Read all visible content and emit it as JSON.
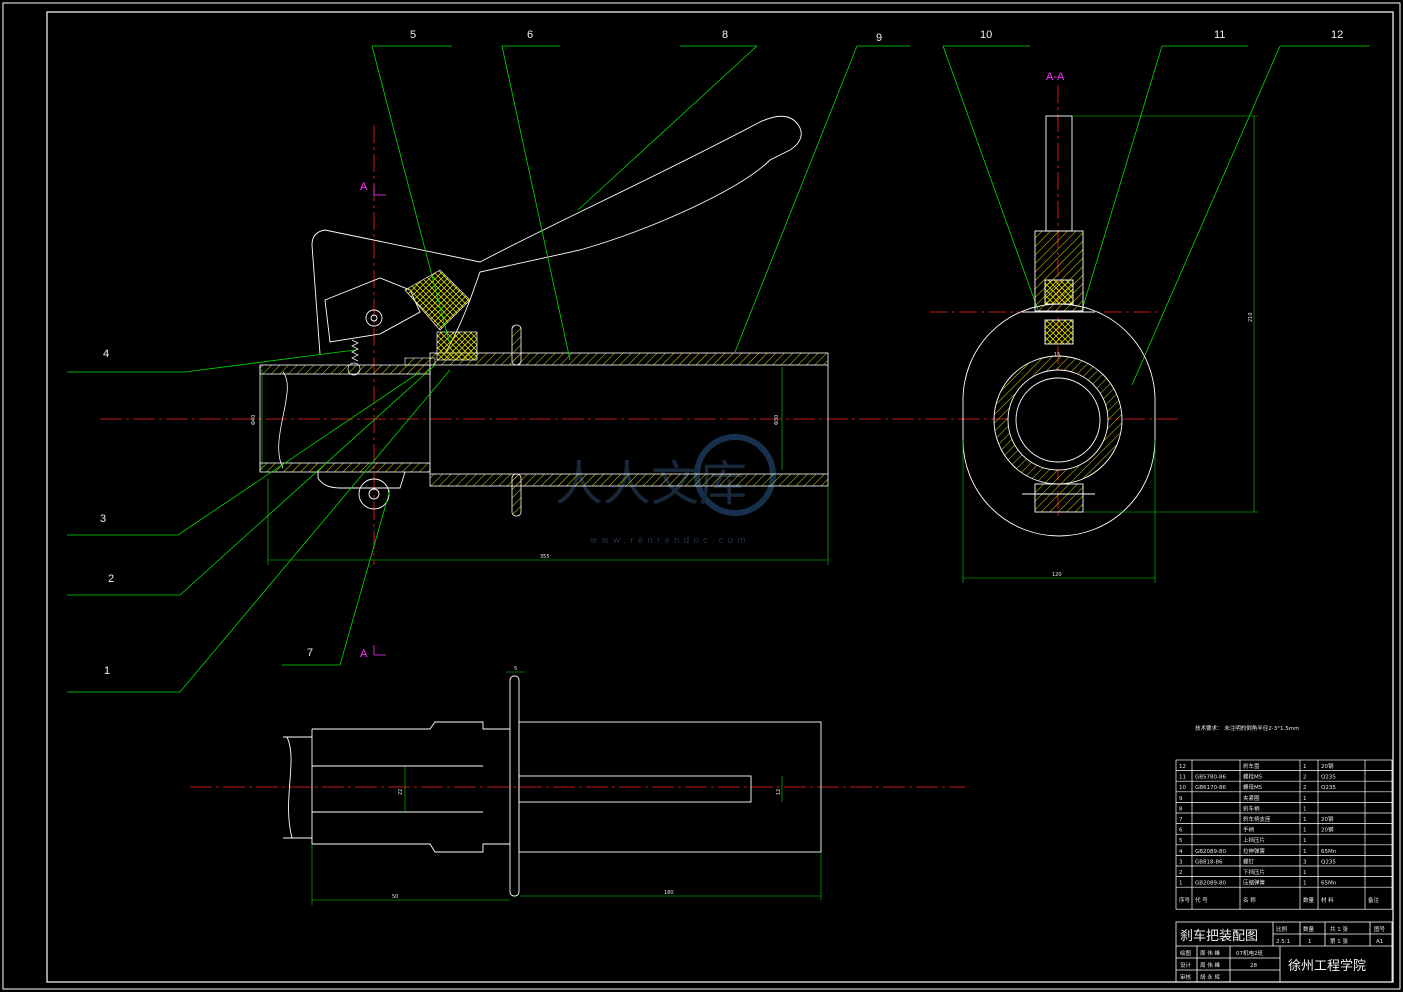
{
  "drawing": {
    "balloons": [
      "1",
      "2",
      "3",
      "4",
      "5",
      "6",
      "7",
      "8",
      "9",
      "10",
      "11",
      "12"
    ],
    "section_marker": "A",
    "section_title": "A-A",
    "dimensions": {
      "overall_length": "355",
      "tube_dia_left": "Φ40",
      "tube_dia_right": "Φ30",
      "section_width": "120",
      "section_height": "210",
      "section_inner": "15",
      "plan_width": "5",
      "plan_left_len": "50",
      "plan_right_len": "180",
      "plan_dia_a": "22",
      "plan_dia_b": "12"
    },
    "tech_note": "技术要求：   未注明的倒角半径2-3°1.5mm",
    "watermark": "www.renrendoc.com",
    "watermark_logo": "人人文库"
  },
  "parts_list": {
    "rows": [
      {
        "no": "12",
        "code": "",
        "name": "刹车盘",
        "qty": "1",
        "material": "20钢",
        "note": ""
      },
      {
        "no": "11",
        "code": "GB5780-86",
        "name": "螺栓M5",
        "qty": "2",
        "material": "Q235",
        "note": ""
      },
      {
        "no": "10",
        "code": "GB6170-86",
        "name": "螺母M5",
        "qty": "2",
        "material": "Q235",
        "note": ""
      },
      {
        "no": "9",
        "code": "",
        "name": "夹紧圈",
        "qty": "1",
        "material": "",
        "note": ""
      },
      {
        "no": "8",
        "code": "",
        "name": "刹车柄",
        "qty": "1",
        "material": "",
        "note": ""
      },
      {
        "no": "7",
        "code": "",
        "name": "刹车柄支座",
        "qty": "1",
        "material": "20钢",
        "note": ""
      },
      {
        "no": "6",
        "code": "",
        "name": "手柄",
        "qty": "1",
        "material": "20钢",
        "note": ""
      },
      {
        "no": "5",
        "code": "",
        "name": "上挡压片",
        "qty": "1",
        "material": "",
        "note": ""
      },
      {
        "no": "4",
        "code": "GB2089-80",
        "name": "拉伸弹簧",
        "qty": "1",
        "material": "65Mn",
        "note": ""
      },
      {
        "no": "3",
        "code": "GB818-86",
        "name": "螺钉",
        "qty": "3",
        "material": "Q235",
        "note": ""
      },
      {
        "no": "2",
        "code": "",
        "name": "下挡压片",
        "qty": "1",
        "material": "",
        "note": ""
      },
      {
        "no": "1",
        "code": "GB2089-80",
        "name": "压缩弹簧",
        "qty": "1",
        "material": "65Mn",
        "note": ""
      }
    ],
    "header": {
      "no": "序号",
      "code": "代  号",
      "name": "名  称",
      "qty": "数量",
      "material": "材  料",
      "note": "备注"
    }
  },
  "title_block": {
    "title": "刹车把装配图",
    "scale_label": "比例",
    "scale_value": "2.5:1",
    "qty_label": "数量",
    "qty_value": "1",
    "sheets_label": "共 1 张",
    "sheet_label": "第 1 张",
    "drawing_no_label": "图号",
    "drawing_no_value": "A1",
    "drawn_label": "绘图",
    "drawn_name": "周 伟 峰",
    "design_label": "设计",
    "design_name": "周 伟 峰",
    "check_label": "审核",
    "check_name": "胡 永 辉",
    "class_value": "07机电2班",
    "student_no": "28",
    "school": "徐州工程学院"
  },
  "colors": {
    "background": "#000000",
    "outline": "#ffffff",
    "leader": "#00dd00",
    "centerline": "#ff2020",
    "hatch": "#e6e600",
    "section_mark": "#ff33ff",
    "border": "#ffffff"
  }
}
